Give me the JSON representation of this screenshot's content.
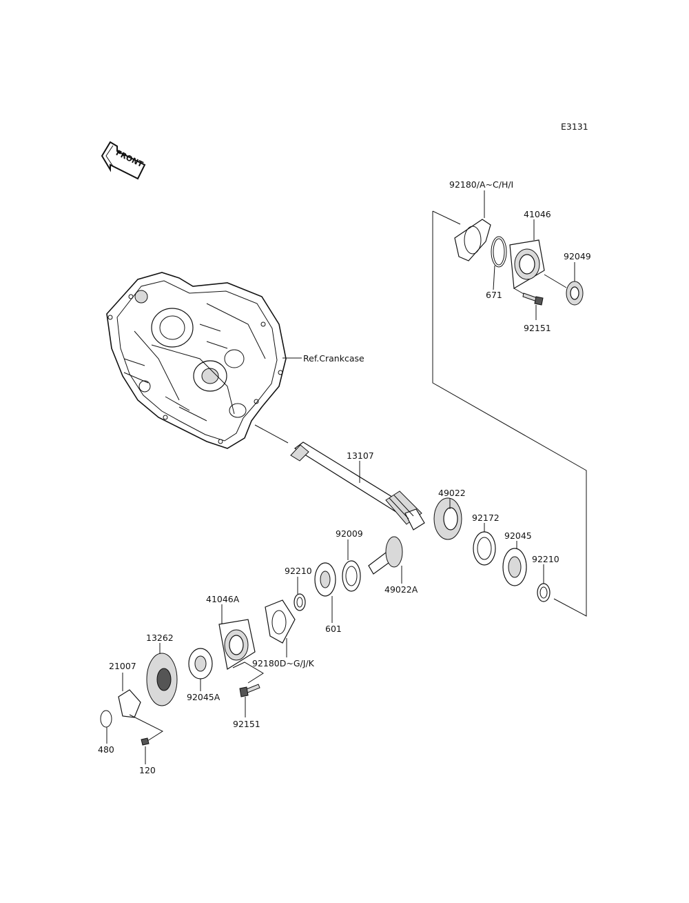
{
  "diagram_code": "E3131",
  "front_arrow_label": "FRONT",
  "ref_label": "Ref.Crankcase",
  "parts": {
    "p92180_ac": "92180/A~C/H/I",
    "p41046": "41046",
    "p92049": "92049",
    "p671": "671",
    "p92151_top": "92151",
    "p13107": "13107",
    "p49022": "49022",
    "p92172": "92172",
    "p92045": "92045",
    "p92210_right": "92210",
    "p92009": "92009",
    "p49022a": "49022A",
    "p92210_mid": "92210",
    "p601": "601",
    "p41046a": "41046A",
    "p92180d": "92180D~G/J/K",
    "p13262": "13262",
    "p21007": "21007",
    "p92045a": "92045A",
    "p92151_bottom": "92151",
    "p480": "480",
    "p120": "120"
  }
}
